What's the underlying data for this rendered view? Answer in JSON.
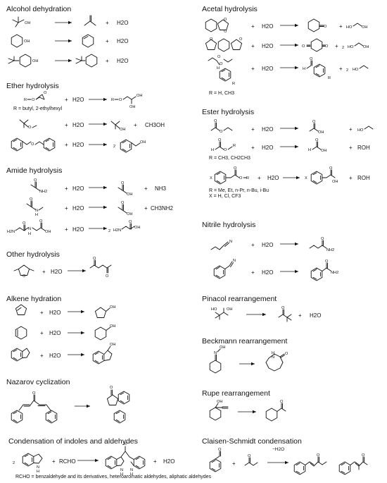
{
  "sections": {
    "alcohol_dehydration": {
      "title": "Alcohol dehydration"
    },
    "ether_hydrolysis": {
      "title": "Ether hydrolysis",
      "note": "R = butyl, 2-ethylhexyl"
    },
    "amide_hydrolysis": {
      "title": "Amide hydrolysis"
    },
    "other_hydrolysis": {
      "title": "Other hydrolysis"
    },
    "alkene_hydration": {
      "title": "Alkene hydration"
    },
    "nazarov": {
      "title": "Nazarov cyclization"
    },
    "indoles": {
      "title": "Condensation of indoles and aldehydes",
      "note": "RCHO = benzaldehyde and its derivatives, heteroaromatic aldehydes, aliphatic aldehydes"
    },
    "acetal_hydrolysis": {
      "title": "Acetal hydrolysis",
      "note": "R = H, CH3"
    },
    "ester_hydrolysis": {
      "title": "Ester hydrolysis",
      "note1": "R = CH3, CH2CH3",
      "note2": "R = Me, Et, n-Pr, n-Bu, i-Bu",
      "note3": "X = H, Cl, CF3"
    },
    "nitrile_hydrolysis": {
      "title": "Nitrile hydrolysis"
    },
    "pinacol": {
      "title": "Pinacol rearrangement"
    },
    "beckmann": {
      "title": "Beckmann rearrangement"
    },
    "rupe": {
      "title": "Rupe rearrangement"
    },
    "claisen": {
      "title": "Claisen-Schmidt condensation",
      "condition": "−H2O"
    }
  },
  "labels": {
    "water": "H2O",
    "methanol": "CH3OH",
    "ammonia": "NH3",
    "methylamine": "CH3NH2",
    "roh": "ROH",
    "rcho": "RCHO",
    "two": "2",
    "plus": "+"
  }
}
